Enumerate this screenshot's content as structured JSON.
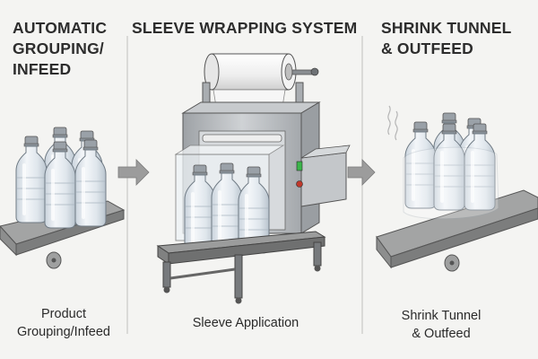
{
  "sections": [
    {
      "title_lines": [
        "AUTOMATIC",
        "GROUPING/",
        "INFEED"
      ],
      "caption_lines": [
        "Product",
        "Grouping/Infeed"
      ]
    },
    {
      "title_lines": [
        "SLEEVE WRAPPING SYSTEM"
      ],
      "caption_lines": [
        "Sleeve Application"
      ]
    },
    {
      "title_lines": [
        "SHRINK TUNNEL",
        "& OUTFEED"
      ],
      "caption_lines": [
        "Shrink Tunnel",
        "& Outfeed"
      ]
    }
  ],
  "colors": {
    "background": "#f4f4f2",
    "divider": "#c9c9c6",
    "machine_steel": "#b4b7ba",
    "machine_dark": "#5a5e62",
    "film": "#f8f8f8",
    "bottle": "#e2e9ef",
    "cap": "#9aa1a8",
    "conveyor": "#8e8f8f",
    "arrow": "#9c9c9c",
    "indicator_green": "#3bb54a",
    "indicator_red": "#c0392b"
  },
  "icons": [
    "bottle-icon",
    "arrow-right-icon",
    "film-roll-icon",
    "conveyor-icon",
    "heat-wave-icon"
  ]
}
